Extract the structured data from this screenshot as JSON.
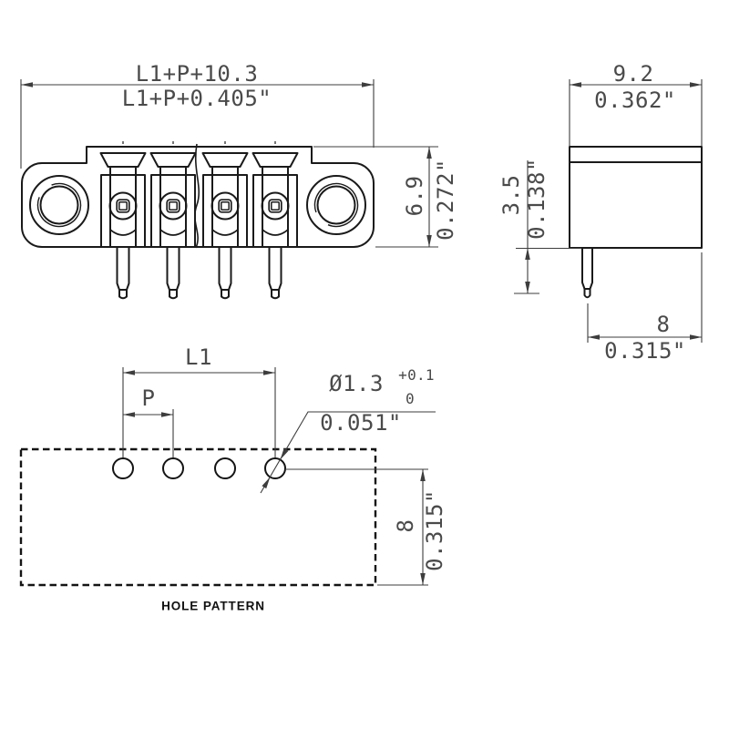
{
  "front_view": {
    "width_dim": {
      "mm": "L1+P+10.3",
      "inch": "L1+P+0.405\""
    },
    "height_dim": {
      "mm": "6.9",
      "inch": "0.272\""
    },
    "contact_count": 4
  },
  "side_view": {
    "width_dim": {
      "mm": "9.2",
      "inch": "0.362\""
    },
    "pin_length_dim": {
      "mm": "3.5",
      "inch": "0.138\""
    },
    "pin_to_edge_dim": {
      "mm": "8",
      "inch": "0.315\""
    }
  },
  "hole_pattern": {
    "caption": "HOLE PATTERN",
    "length_dim": "L1",
    "pitch_dim": "P",
    "hole_dia": {
      "value": "Ø1.3",
      "tol_upper": "+0.1",
      "tol_lower": "0",
      "inch": "0.051\""
    },
    "row_to_edge_dim": {
      "mm": "8",
      "inch": "0.315\""
    },
    "hole_count": 4
  },
  "colors": {
    "part_line": "#1a1a1a",
    "dim_line": "#3d3d3d",
    "dim_text": "#4a4a4a",
    "caption_text": "#111111",
    "background": "#ffffff"
  }
}
